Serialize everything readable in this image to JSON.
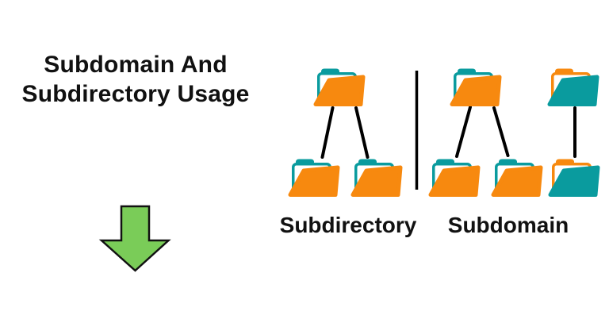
{
  "title": {
    "text": "Subdomain And Subdirectory Usage"
  },
  "sections": {
    "subdirectory": {
      "label": "Subdirectory",
      "root_folder": "orange-folder-icon",
      "children": [
        "orange-folder-icon",
        "orange-folder-icon"
      ]
    },
    "subdomain": {
      "label": "Subdomain",
      "trees": [
        {
          "root_folder": "orange-folder-icon",
          "children": [
            "orange-folder-icon",
            "orange-folder-icon"
          ]
        },
        {
          "root_folder": "teal-folder-icon",
          "children": [
            "teal-folder-icon"
          ]
        }
      ]
    }
  },
  "arrow": {
    "icon": "green-down-arrow-icon"
  },
  "colors": {
    "orange": "#F7890F",
    "teal": "#0A9B9E",
    "green": "#7ACC58",
    "connector": "#000000",
    "outline": "#111111",
    "text": "#111111",
    "background": "#FFFFFF"
  }
}
